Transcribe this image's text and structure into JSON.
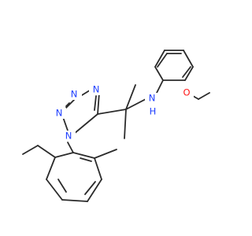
{
  "molecule": {
    "atom_labels": {
      "n_top": "N",
      "n_mid_left": "N",
      "n_bottom_left": "N",
      "n_right": "N",
      "amine_n": "N",
      "amine_h": "H",
      "oxygen": "O"
    }
  },
  "colors": {
    "bond": "#2b2b2b",
    "nitrogen": "#1f3fff",
    "oxygen": "#ff1a1a",
    "background": "#ffffff"
  }
}
